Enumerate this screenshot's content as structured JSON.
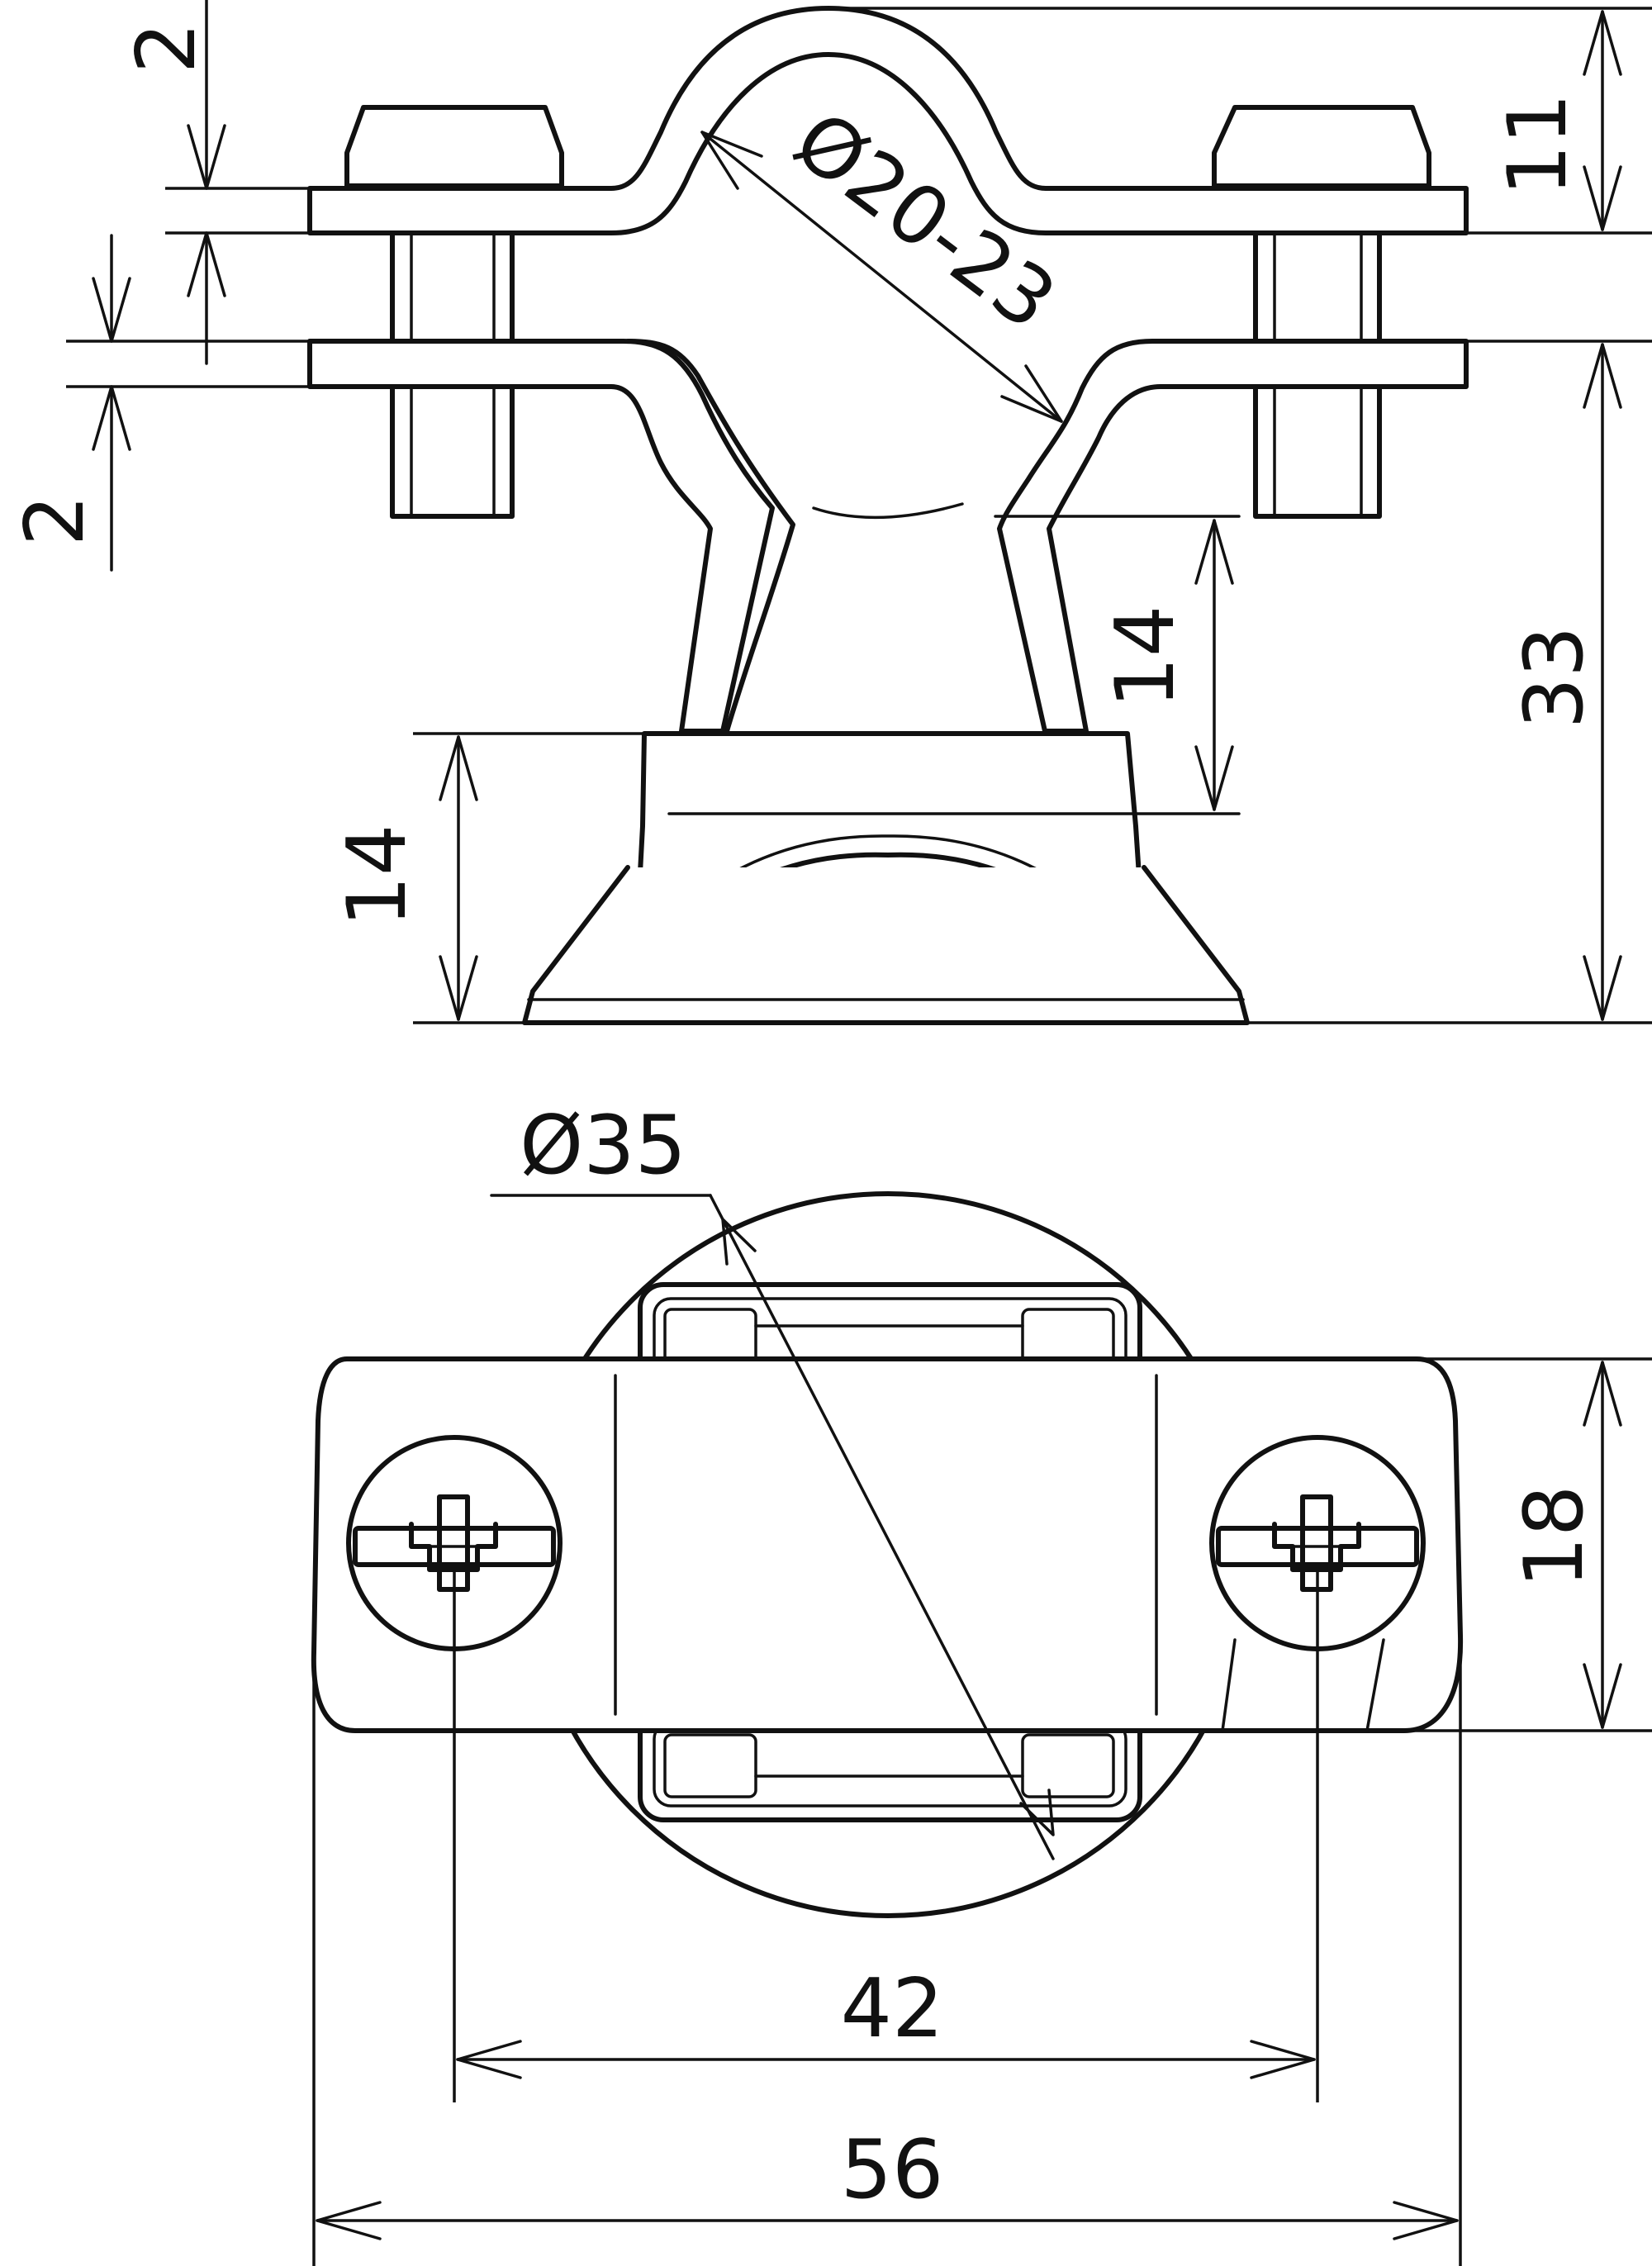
{
  "title": "",
  "views": {
    "front": {
      "dimensions": {
        "strap_thickness_top": "2",
        "strap_thickness_bottom": "2",
        "pipe_diameter": "Ø20-23",
        "top_height": "11",
        "total_height": "33",
        "base_height": "14",
        "throat_height": "14"
      }
    },
    "top": {
      "dimensions": {
        "base_diameter": "Ø35",
        "strap_width": "18",
        "screw_spacing": "42",
        "overall_length": "56"
      }
    }
  },
  "colors": {
    "line": "#111111",
    "background": "#ffffff"
  }
}
